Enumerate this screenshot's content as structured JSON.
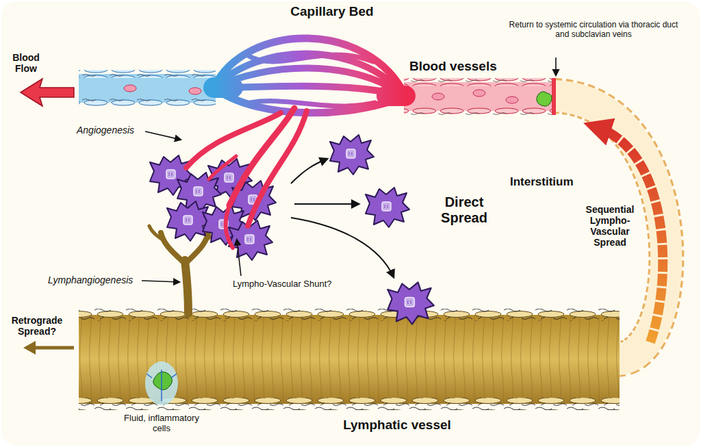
{
  "diagram": {
    "labels": [
      "Capillary Bed",
      "Blood Flow",
      "Blood vessels",
      "Return to systemic circulation via thoracic duct and subclavian veins",
      "Angiogenesis",
      "Interstitium",
      "Direct Spread",
      "Sequential Lympho-Vascular Spread",
      "Lymphangiogenesis",
      "Lympho-Vascular Shunt?",
      "Retrograde Spread?",
      "Fluid, inflammatory cells",
      "Lymphatic vessel"
    ]
  }
}
